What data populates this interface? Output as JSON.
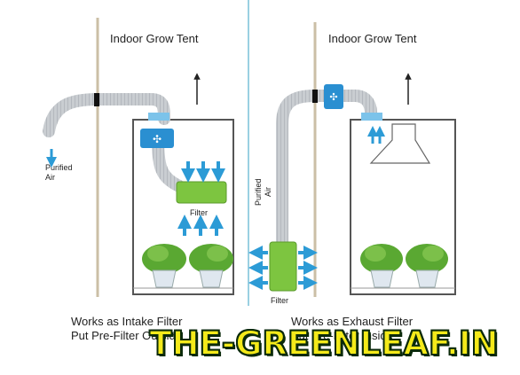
{
  "left": {
    "title": "Indoor Grow Tent",
    "purified_line1": "Purified",
    "purified_line2": "Air",
    "filter_label": "Filter",
    "caption_line1": "Works as Intake Filter",
    "caption_line2": "Put Pre-Filter Outside"
  },
  "right": {
    "title": "Indoor Grow Tent",
    "purified_line1": "Purified",
    "purified_line2": "Air",
    "filter_label": "Filter",
    "caption_line1": "Works as Exhaust Filter",
    "caption_line2": "Put Pre-Filter Inside"
  },
  "watermark": "THE-GREENLEAF.IN",
  "colors": {
    "duct": "#c9cdd1",
    "fan": "#2a8fd1",
    "filter": "#7dc540",
    "arrow": "#2c9bd6",
    "plant": "#5aa832",
    "pot": "#dfe7ef",
    "divider": "#79c1d9",
    "pole": "#cbbfa6"
  }
}
